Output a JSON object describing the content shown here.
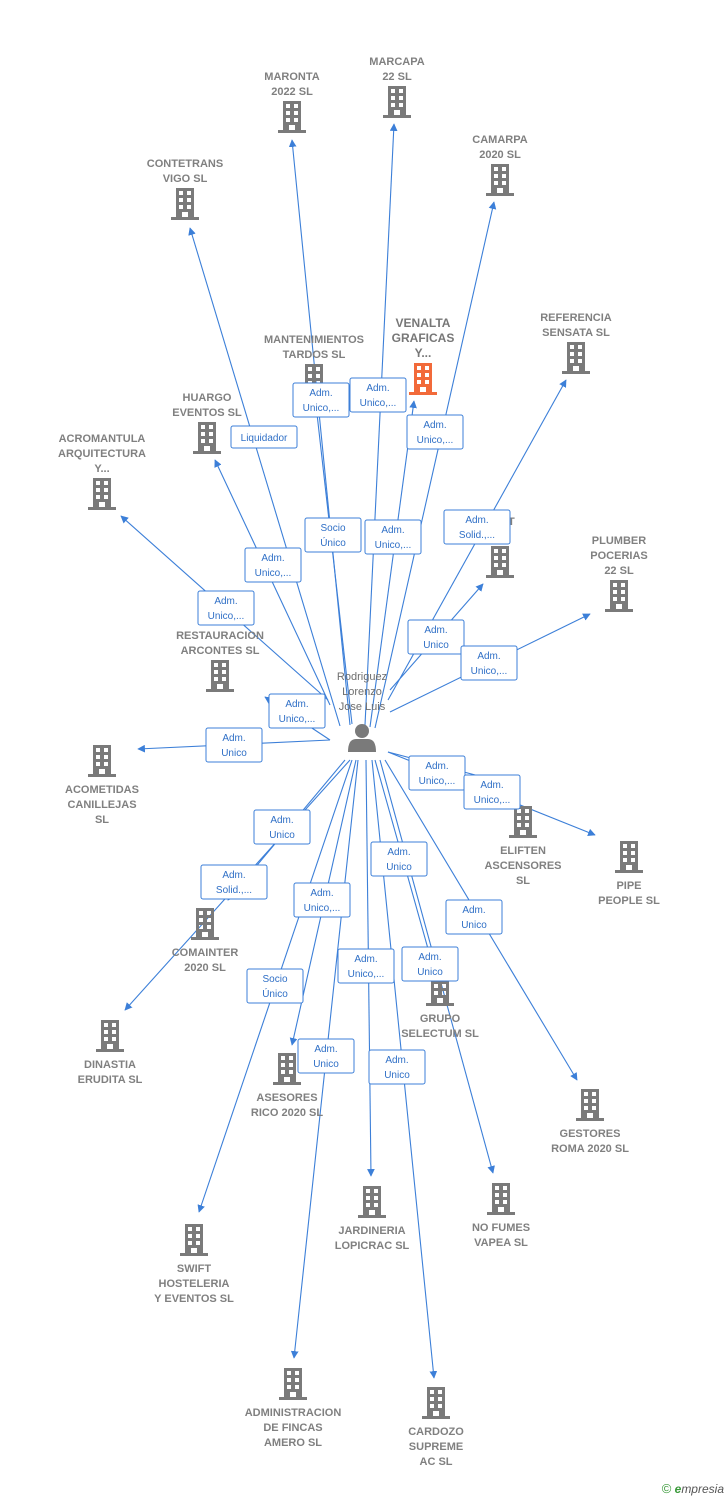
{
  "colors": {
    "edge": "#3c7fd8",
    "building": "#7a7a7a",
    "highlight": "#f26a3a",
    "label": "#808080"
  },
  "person": {
    "name_lines": [
      "Rodriguez",
      "Lorenzo",
      "Jose Luis"
    ],
    "icon": "person-icon"
  },
  "companies": [
    {
      "id": "maronta",
      "lines": [
        "MARONTA",
        "2022  SL"
      ]
    },
    {
      "id": "marcapa",
      "lines": [
        "MARCAPA",
        "22  SL"
      ]
    },
    {
      "id": "camarpa",
      "lines": [
        "CAMARPA",
        "2020  SL"
      ]
    },
    {
      "id": "contetrans",
      "lines": [
        "CONTETRANS",
        "VIGO SL"
      ]
    },
    {
      "id": "mantenimientos",
      "lines": [
        "MANTENIMIENTOS",
        "TARDOS  SL"
      ]
    },
    {
      "id": "venalta",
      "lines": [
        "VENALTA",
        "GRAFICAS",
        "Y..."
      ],
      "highlight": true
    },
    {
      "id": "referencia",
      "lines": [
        "REFERENCIA",
        "SENSATA  SL"
      ]
    },
    {
      "id": "huargo",
      "lines": [
        "HUARGO",
        "EVENTOS  SL"
      ]
    },
    {
      "id": "acromantula",
      "lines": [
        "ACROMANTULA",
        "ARQUITECTURA",
        "Y..."
      ]
    },
    {
      "id": "dext",
      "lines": [
        "DEXT",
        "SL"
      ]
    },
    {
      "id": "plumber",
      "lines": [
        "PLUMBER",
        "POCERIAS",
        "22  SL"
      ]
    },
    {
      "id": "restauracion",
      "lines": [
        "RESTAURACION",
        "ARCONTES  SL"
      ]
    },
    {
      "id": "acometidas",
      "lines": [
        "ACOMETIDAS",
        "CANILLEJAS",
        "SL"
      ]
    },
    {
      "id": "eliften",
      "lines": [
        "ELIFTEN",
        "ASCENSORES",
        "SL"
      ]
    },
    {
      "id": "pipe",
      "lines": [
        "PIPE",
        "PEOPLE  SL"
      ]
    },
    {
      "id": "comainter",
      "lines": [
        "COMAINTER",
        "2020  SL"
      ]
    },
    {
      "id": "grupo",
      "lines": [
        "GRUPO",
        "SELECTUM  SL"
      ]
    },
    {
      "id": "dinastia",
      "lines": [
        "DINASTIA",
        "ERUDITA  SL"
      ]
    },
    {
      "id": "asesores",
      "lines": [
        "ASESORES",
        "RICO 2020  SL"
      ]
    },
    {
      "id": "gestores",
      "lines": [
        "GESTORES",
        "ROMA 2020  SL"
      ]
    },
    {
      "id": "jardineria",
      "lines": [
        "JARDINERIA",
        "LOPICRAC  SL"
      ]
    },
    {
      "id": "nofumes",
      "lines": [
        "NO FUMES",
        "VAPEA  SL"
      ]
    },
    {
      "id": "swift",
      "lines": [
        "SWIFT",
        "HOSTELERIA",
        "Y EVENTOS  SL"
      ]
    },
    {
      "id": "administracion",
      "lines": [
        "ADMINISTRACION",
        "DE FINCAS",
        "AMERO  SL"
      ]
    },
    {
      "id": "cardozo",
      "lines": [
        "CARDOZO",
        "SUPREME",
        "AC  SL"
      ]
    }
  ],
  "relations": [
    {
      "target": "maronta",
      "lines": [
        "Adm.",
        "Unico,..."
      ]
    },
    {
      "target": "marcapa",
      "lines": [
        "Adm.",
        "Unico,..."
      ]
    },
    {
      "target": "camarpa",
      "lines": [
        "Adm.",
        "Unico,..."
      ]
    },
    {
      "target": "contetrans",
      "lines": [
        "Liquidador"
      ]
    },
    {
      "target": "mantenimientos",
      "lines": [
        "Socio",
        "Único"
      ]
    },
    {
      "target": "venalta",
      "lines": [
        "Adm.",
        "Unico,..."
      ]
    },
    {
      "target": "referencia",
      "lines": [
        "Adm.",
        "Solid.,..."
      ]
    },
    {
      "target": "huargo",
      "lines": [
        "Adm.",
        "Unico,..."
      ]
    },
    {
      "target": "acromantula",
      "lines": [
        "Adm.",
        "Unico,..."
      ]
    },
    {
      "target": "dext",
      "lines": [
        "Adm.",
        "Unico"
      ]
    },
    {
      "target": "plumber",
      "lines": [
        "Adm.",
        "Unico,..."
      ]
    },
    {
      "target": "restauracion",
      "lines": [
        "Adm.",
        "Unico,..."
      ]
    },
    {
      "target": "acometidas",
      "lines": [
        "Adm.",
        "Unico"
      ]
    },
    {
      "target": "eliften",
      "lines": [
        "Adm.",
        "Unico,..."
      ]
    },
    {
      "target": "pipe",
      "lines": [
        "Adm.",
        "Unico,..."
      ]
    },
    {
      "target": "comainter",
      "lines": [
        "Adm.",
        "Unico"
      ]
    },
    {
      "target": "dinastia",
      "lines": [
        "Adm.",
        "Solid.,..."
      ]
    },
    {
      "target": "grupo",
      "lines": [
        "Adm.",
        "Unico"
      ]
    },
    {
      "target": "asesores",
      "lines": [
        "Adm.",
        "Unico,..."
      ]
    },
    {
      "target": "gestores",
      "lines": [
        "Adm.",
        "Unico"
      ]
    },
    {
      "target": "jardineria",
      "lines": [
        "Adm.",
        "Unico,..."
      ]
    },
    {
      "target": "nofumes",
      "lines": [
        "Adm.",
        "Unico"
      ]
    },
    {
      "target": "swift",
      "lines": [
        "Socio",
        "Único"
      ]
    },
    {
      "target": "administracion",
      "lines": [
        "Adm.",
        "Unico"
      ]
    },
    {
      "target": "cardozo",
      "lines": [
        "Adm.",
        "Unico"
      ]
    }
  ],
  "footer": {
    "copyright": "©",
    "brand_first": "e",
    "brand_rest": "mpresia"
  }
}
